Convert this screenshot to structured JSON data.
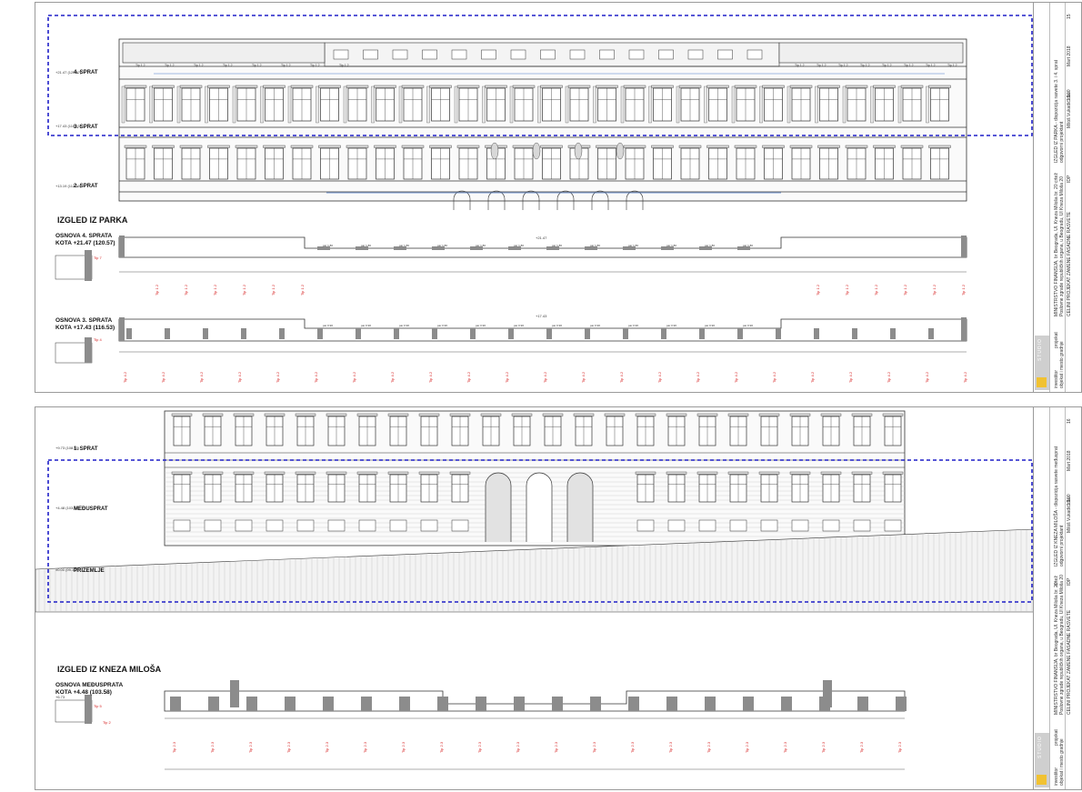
{
  "top_sheet": {
    "section_title": "IZGLED IZ PARKA",
    "levels": [
      {
        "name": "4. SPRAT",
        "kota": "+21.47 (120.57)"
      },
      {
        "name": "3. SPRAT",
        "kota": "+17.43 (116.53)"
      },
      {
        "name": "2. SPRAT",
        "kota": "+13.19 (112.29)"
      }
    ],
    "plan_4": {
      "title": "OSNOVA 4. SPRATA",
      "kota": "KOTA +21.47 (120.57)",
      "mark": "+21.47"
    },
    "plan_3": {
      "title": "OSNOVA 3. SPRATA",
      "kota": "KOTA +17.43 (116.53)",
      "mark": "+17.43"
    },
    "tags": {
      "upper": "Tip 1.2",
      "lower": "Tip 4.2",
      "dim": "par 1.80",
      "dim_b": "par 0.90",
      "detail_a": "Tip 7",
      "detail_b": "Tip 4"
    },
    "title_block": {
      "investor_label": "investitor",
      "investor": "MINISTRSTVO FINANSIJA, br Beograda, Ul. Kneza Miloša br. 20",
      "object_label": "objekat i mesto gradnje",
      "object": "Poslovne zgrade republičkih organa, u Beogradu, Ul Kneza Miloša 20",
      "project_label": "projekat",
      "project": "CELINI PROJEKAT ZAMENE FASADNE RASVETE",
      "drawing_label": "crtež",
      "drawing": "IZGLED IZ PARKA - dispozicija rasvete 3. i 4. sprat",
      "designer_label": "odgovorni projektant",
      "designer": "Miloš Vukadić dia.",
      "phase": "IDP",
      "scale": "1:100",
      "date": "Mart 2018",
      "sheet": "15",
      "studio": "STUDIO"
    }
  },
  "bottom_sheet": {
    "section_title": "IZGLED IZ KNEZA MILOŠA",
    "levels": [
      {
        "name": "1. SPRAT",
        "kota": "+9.73 (108.83)"
      },
      {
        "name": "MEĐUSPRAT",
        "kota": "+4.48 (103.58)"
      },
      {
        "name": "PRIZEMLJE",
        "kota": "±0.00 (99.10)"
      }
    ],
    "plan": {
      "title": "OSNOVA MEĐUSPRATA",
      "kota": "KOTA +4.48 (103.58)",
      "mark": "+6.73"
    },
    "tags": {
      "window": "Tip 2.3",
      "detail_a": "Tip 5",
      "detail_b": "Tip 2"
    },
    "title_block": {
      "investor_label": "investitor",
      "investor": "MINISTRSTVO FINANSIJA, br Beograda, Ul. Kneza Miloša br. 20",
      "object_label": "objekat i mesto gradnje",
      "object": "Poslovne zgrade republičkih organa, u Beogradu, Ul Kneza Miloša 20",
      "project_label": "projekat",
      "project": "CELINI PROJEKAT ZAMENE FASADNE RASVETE",
      "drawing_label": "crtež",
      "drawing": "IZGLED IZ KNEZA MILOŠA - dispozicija rasvete međusprat",
      "designer_label": "odgovorni projektant",
      "designer": "Miloš Vukadić dia.",
      "phase": "IDP",
      "scale": "1:100",
      "date": "Mart 2018",
      "sheet": "16",
      "studio": "STUDIO"
    }
  },
  "colors": {
    "selection": "#1f1fc8",
    "annotation": "#d62020",
    "line": "#333333",
    "fill": "#8c8c8c"
  }
}
